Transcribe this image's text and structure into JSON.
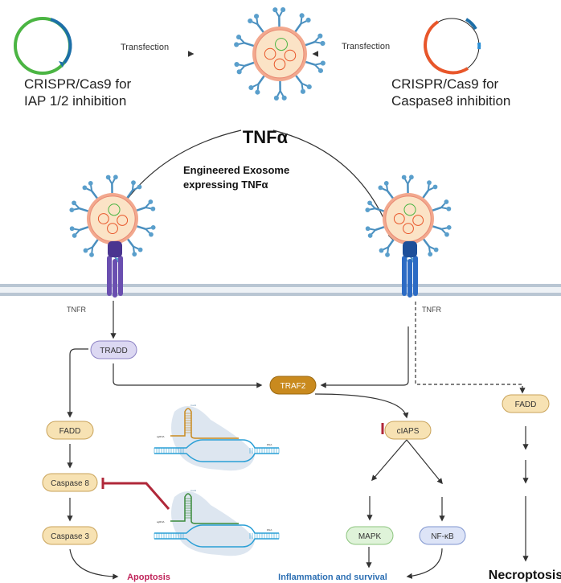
{
  "top": {
    "left_plasmid_label": [
      "CRISPR/Cas9 for",
      "IAP 1/2 inhibition"
    ],
    "right_plasmid_label": [
      "CRISPR/Cas9 for",
      "Caspase8 inhibition"
    ],
    "transfection_left": "Transfection",
    "transfection_right": "Transfection",
    "exosome_label": "TNFα",
    "engineered_label": [
      "Engineered Exosome",
      "expressing TNFα"
    ]
  },
  "receptors": {
    "left_label": "TNFR",
    "right_label": "TNFR"
  },
  "nodes": {
    "tradd": "TRADD",
    "traf2": "TRAF2",
    "fadd_left": "FADD",
    "fadd_right": "FADD",
    "ciaps": "cIAPS",
    "caspase8": "Caspase 8",
    "caspase3": "Caspase 3",
    "mapk": "MAPK",
    "nfkb": "NF-κB"
  },
  "dna_labels": {
    "cas9": "Cas9",
    "sgrna": "sgRNA",
    "dna": "DNA"
  },
  "outcomes": {
    "apoptosis": "Apoptosis",
    "inflammation": "Inflammation and survival",
    "necroptosis": "Necroptosis"
  },
  "colors": {
    "apoptosis": "#c0245a",
    "inflammation": "#2c6fb3",
    "traf2": "#c98a1e",
    "inhibition": "#b0283a",
    "node_fill": "#f7e2b3",
    "tradd_fill": "#dcd8f2",
    "mapk_fill": "#dff3d9",
    "nfkb_fill": "#dde4f7"
  }
}
